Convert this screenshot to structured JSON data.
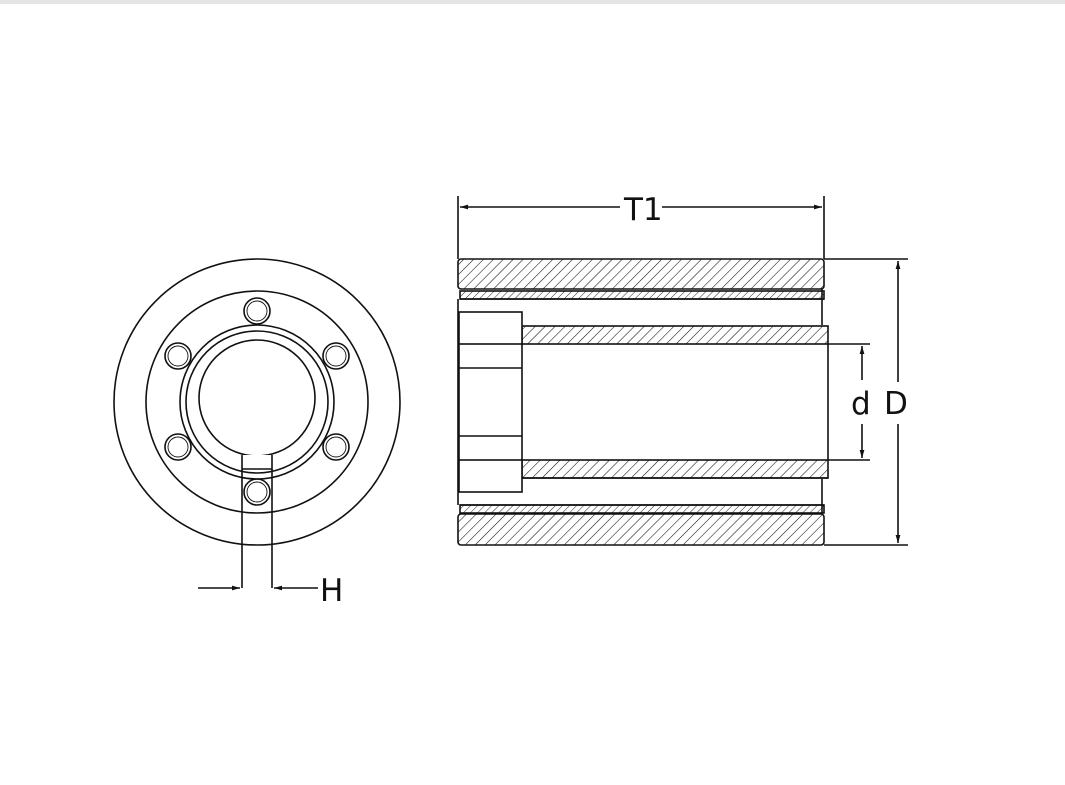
{
  "drawing": {
    "labels": {
      "key_width": "H",
      "overall_length": "T1",
      "bore_diameter": "d",
      "outer_diameter": "D"
    },
    "colors": {
      "line": "#111111",
      "background": "#ffffff",
      "top_rule": "#e4e4e4"
    }
  }
}
